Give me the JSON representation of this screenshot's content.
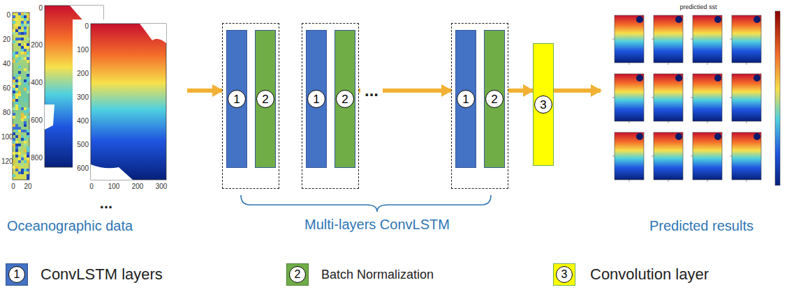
{
  "diagram": {
    "nodes": [
      {
        "text": [
          "Oceanographic data"
        ]
      },
      {
        "text": []
      },
      {
        "text": [
          "1"
        ],
        "in": 1
      },
      {
        "text": [
          "2"
        ],
        "in": 1
      },
      {
        "text": []
      },
      {
        "text": [
          "1"
        ],
        "in": 4
      },
      {
        "text": [
          "2"
        ],
        "in": 4
      },
      {
        "text": []
      },
      {
        "text": [
          "1"
        ],
        "in": 7
      },
      {
        "text": [
          "2"
        ],
        "in": 7
      },
      {
        "text": [
          "3"
        ]
      },
      {
        "text": [
          "Predicted results"
        ]
      }
    ],
    "edges": [
      {
        "from": 0,
        "to": 1,
        "arrow": "to"
      },
      {
        "from": 4,
        "to": 7,
        "label": "...",
        "arrow": "to"
      },
      {
        "from": 7,
        "to": 10,
        "arrow": "to"
      },
      {
        "from": 10,
        "to": 11,
        "arrow": "to"
      }
    ],
    "labels": [
      "0",
      "20",
      "40",
      "60",
      "80",
      "100",
      "120",
      "0",
      "20",
      "0",
      "200",
      "400",
      "600",
      "800",
      "0",
      "100",
      "200",
      "300",
      "400",
      "500",
      "600",
      "0",
      "100",
      "200",
      "300",
      "...",
      "Multi-layers ConvLSTM",
      "predictied sst",
      "1",
      "2",
      "3"
    ],
    "legend": [
      {
        "text": "ConvLSTM layers",
        "color": "#4472C4"
      },
      {
        "text": "Batch Normalization",
        "color": "#70AD47"
      },
      {
        "text": "Convolution layer",
        "color": "#FFFF00"
      }
    ]
  }
}
